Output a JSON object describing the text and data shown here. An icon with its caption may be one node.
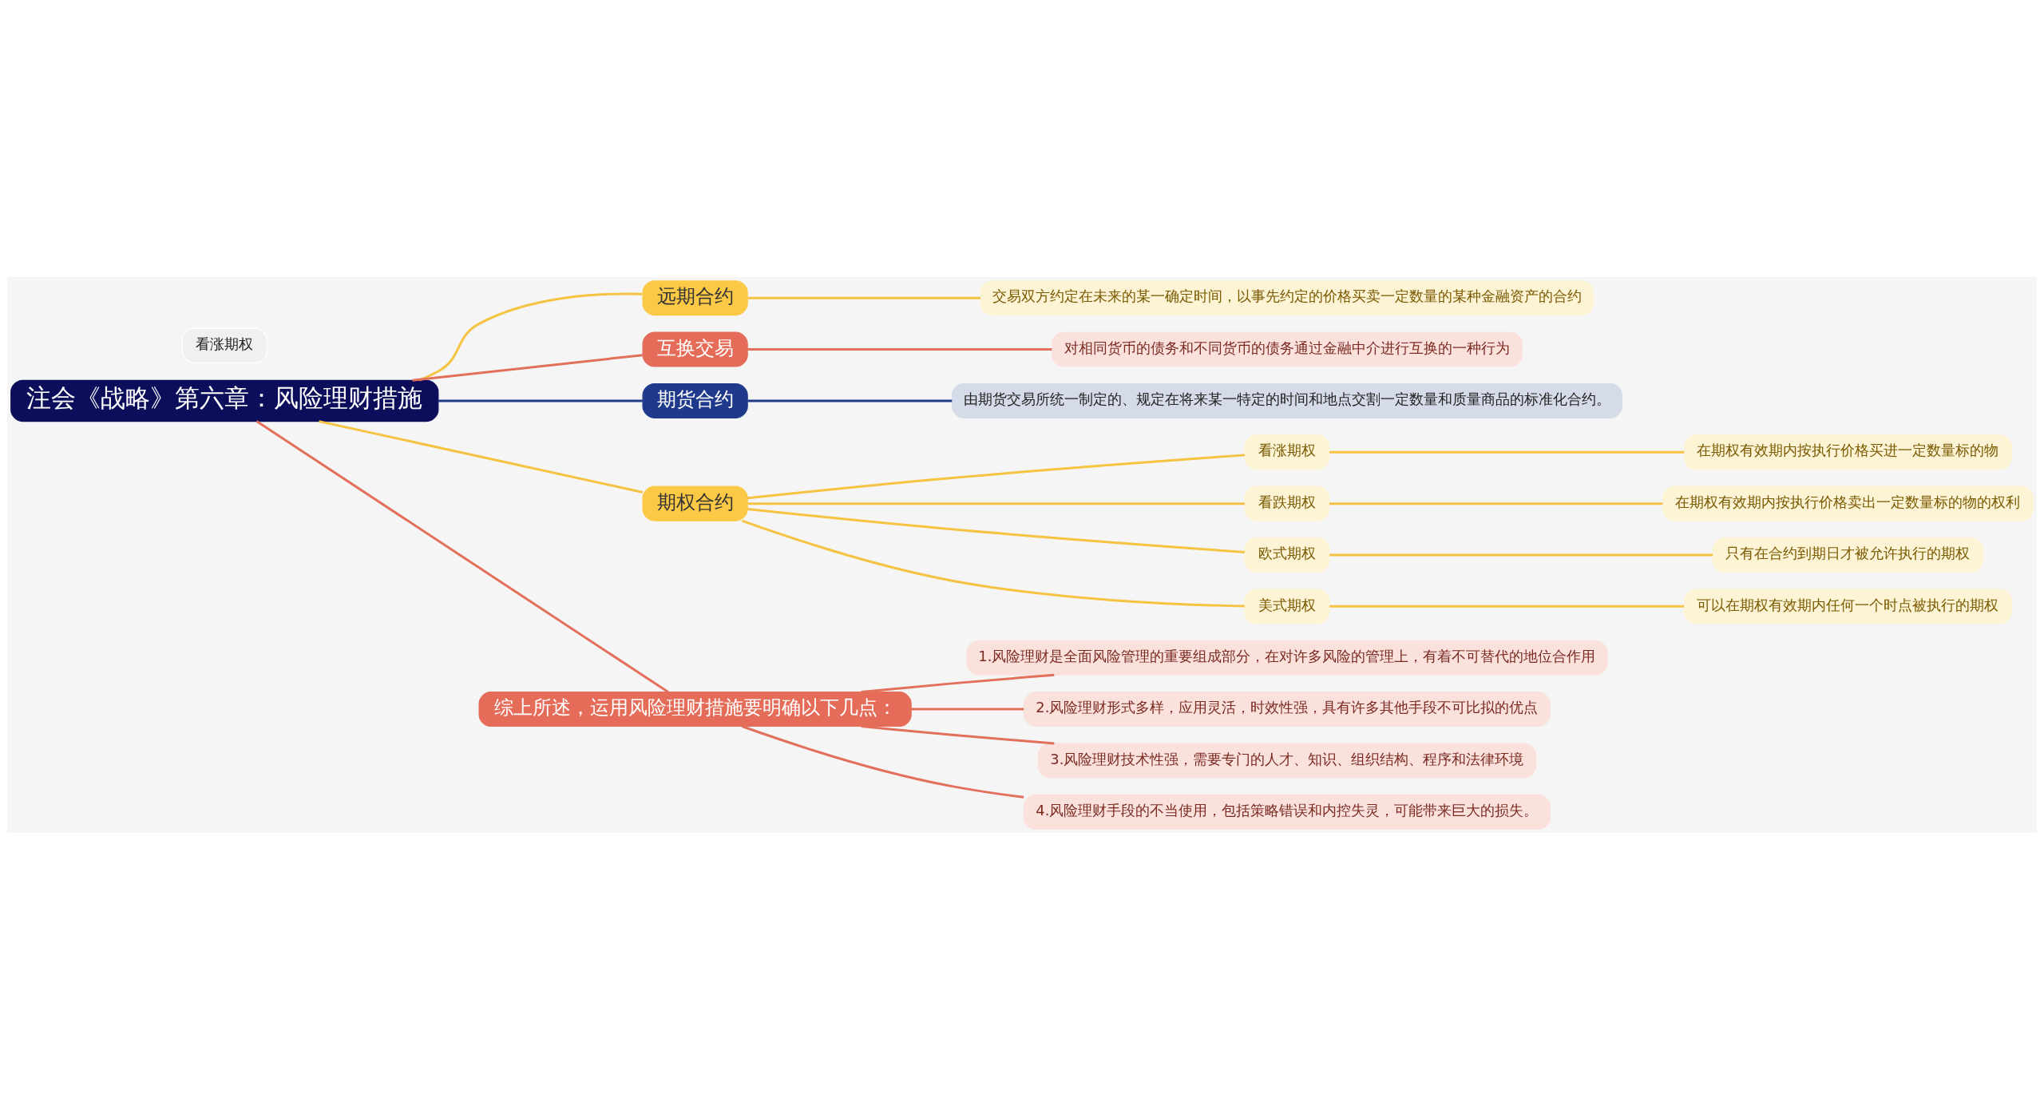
{
  "diagram": {
    "nodes": [
      {
        "text": [
          "注会《战略》第六章：风险理财措施"
        ]
      },
      {
        "text": [
          "远期合约"
        ]
      },
      {
        "text": [
          "交易双方约定在未来的某一确定时间，以事先约定的价格买卖一定数量的某种金融资产的合约"
        ]
      },
      {
        "text": [
          "互换交易"
        ]
      },
      {
        "text": [
          "对相同货币的债务和不同货币的债务通过金融中介进行互换的一种行为"
        ]
      },
      {
        "text": [
          "期货合约"
        ]
      },
      {
        "text": [
          "由期货交易所统一制定的、规定在将来某一特定的时间和地点交割一定数量和质量商品的标准化合约。"
        ]
      },
      {
        "text": [
          "期权合约"
        ]
      },
      {
        "text": [
          "看涨期权"
        ]
      },
      {
        "text": [
          "在期权有效期内按执行价格买进一定数量标的物"
        ]
      },
      {
        "text": [
          "看跌期权"
        ]
      },
      {
        "text": [
          "在期权有效期内按执行价格卖出一定数量标的物的权利"
        ]
      },
      {
        "text": [
          "欧式期权"
        ]
      },
      {
        "text": [
          "只有在合约到期日才被允许执行的期权"
        ]
      },
      {
        "text": [
          "美式期权"
        ]
      },
      {
        "text": [
          "可以在期权有效期内任何一个时点被执行的期权"
        ]
      },
      {
        "text": [
          "综上所述，运用风险理财措施要明确以下几点："
        ]
      },
      {
        "text": [
          "1.风险理财是全面风险管理的重要组成部分，在对许多风险的管理上，有着不可替代的地位合作用"
        ]
      },
      {
        "text": [
          "2.风险理财形式多样，应用灵活，时效性强，具有许多其他手段不可比拟的优点"
        ]
      },
      {
        "text": [
          "3.风险理财技术性强，需要专门的人才、知识、组织结构、程序和法律环境"
        ]
      },
      {
        "text": [
          "4.风险理财手段的不当使用，包括策略错误和内控失灵，可能带来巨大的损失。"
        ]
      },
      {
        "text": [
          "看涨期权"
        ]
      }
    ],
    "edges": [
      {
        "from": 0,
        "to": 1,
        "arrow": "none"
      },
      {
        "from": 1,
        "to": 2,
        "arrow": "none"
      },
      {
        "from": 0,
        "to": 3,
        "arrow": "none",
        "color": "#e2705b"
      },
      {
        "from": 3,
        "to": 4,
        "arrow": "none",
        "color": "#e2705b"
      },
      {
        "from": 0,
        "to": 5,
        "arrow": "none",
        "color": "#1f3a8c"
      },
      {
        "from": 5,
        "to": 6,
        "arrow": "none",
        "color": "#1f3a8c"
      },
      {
        "from": 0,
        "to": 7,
        "arrow": "none"
      },
      {
        "from": 7,
        "to": 8,
        "arrow": "none"
      },
      {
        "from": 8,
        "to": 9,
        "arrow": "none"
      },
      {
        "from": 7,
        "to": 10,
        "arrow": "none"
      },
      {
        "from": 10,
        "to": 11,
        "arrow": "none"
      },
      {
        "from": 7,
        "to": 12,
        "arrow": "none"
      },
      {
        "from": 12,
        "to": 13,
        "arrow": "none"
      },
      {
        "from": 7,
        "to": 14,
        "arrow": "none"
      },
      {
        "from": 14,
        "to": 15,
        "arrow": "none"
      },
      {
        "from": 0,
        "to": 16,
        "arrow": "none",
        "color": "#e2705b"
      },
      {
        "from": 16,
        "to": 17,
        "arrow": "none",
        "color": "#e2705b"
      },
      {
        "from": 16,
        "to": 18,
        "arrow": "none",
        "color": "#e2705b"
      },
      {
        "from": 16,
        "to": 19,
        "arrow": "none",
        "color": "#e2705b"
      },
      {
        "from": 16,
        "to": 20,
        "arrow": "none",
        "color": "#e2705b"
      }
    ]
  }
}
